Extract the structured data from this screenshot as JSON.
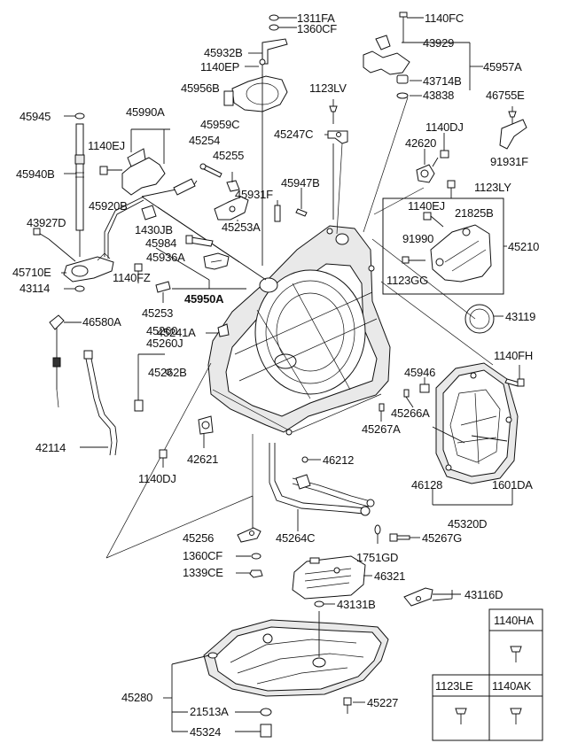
{
  "labels": {
    "p1311FA": "1311FA",
    "p1360CF_top": "1360CF",
    "p1140FC": "1140FC",
    "p45932B": "45932B",
    "p43929": "43929",
    "p1140EP": "1140EP",
    "p45957A": "45957A",
    "p43714B": "43714B",
    "p45956B": "45956B",
    "p1123LV": "1123LV",
    "p43838": "43838",
    "p46755E": "46755E",
    "p45945": "45945",
    "p45990A": "45990A",
    "p45959C": "45959C",
    "p45247C": "45247C",
    "p1140DJ_top": "1140DJ",
    "p45254": "45254",
    "p42620": "42620",
    "p1140EJ_left": "1140EJ",
    "p45255": "45255",
    "p91931F": "91931F",
    "p45940B": "45940B",
    "p45947B": "45947B",
    "p1123LY": "1123LY",
    "p45931F": "45931F",
    "p45920B": "45920B",
    "p1140EJ_right": "1140EJ",
    "p21825B": "21825B",
    "p45253A": "45253A",
    "p43927D": "43927D",
    "p1430JB": "1430JB",
    "p45210": "45210",
    "p45984": "45984",
    "p91990": "91990",
    "p45936A": "45936A",
    "p45710E": "45710E",
    "p1123GG": "1123GG",
    "p43114": "43114",
    "p1140FZ": "1140FZ",
    "p45950A": "45950A",
    "p45253": "45253",
    "p43119": "43119",
    "p46580A": "46580A",
    "p45260": "45260",
    "p45241A": "45241A",
    "p45260J": "45260J",
    "p1140FH": "1140FH",
    "p45262B": "45262B",
    "p45946": "45946",
    "p45266A": "45266A",
    "p45267A": "45267A",
    "p42114": "42114",
    "p42621": "42621",
    "p46212": "46212",
    "p1140DJ_low": "1140DJ",
    "p46128": "46128",
    "p1601DA": "1601DA",
    "p45320D": "45320D",
    "p45256": "45256",
    "p45264C": "45264C",
    "p45267G": "45267G",
    "p1360CF_low": "1360CF",
    "p1751GD": "1751GD",
    "p1339CE": "1339CE",
    "p46321": "46321",
    "p43116D": "43116D",
    "p43131B": "43131B",
    "p45280": "45280",
    "p45227": "45227",
    "p21513A": "21513A",
    "p45324": "45324"
  },
  "legend": {
    "h1140HA": "1140HA",
    "h1123LE": "1123LE",
    "h1140AK": "1140AK"
  },
  "icons": [
    "bolt-icon",
    "screw-icon",
    "washer-icon",
    "nut-icon"
  ]
}
